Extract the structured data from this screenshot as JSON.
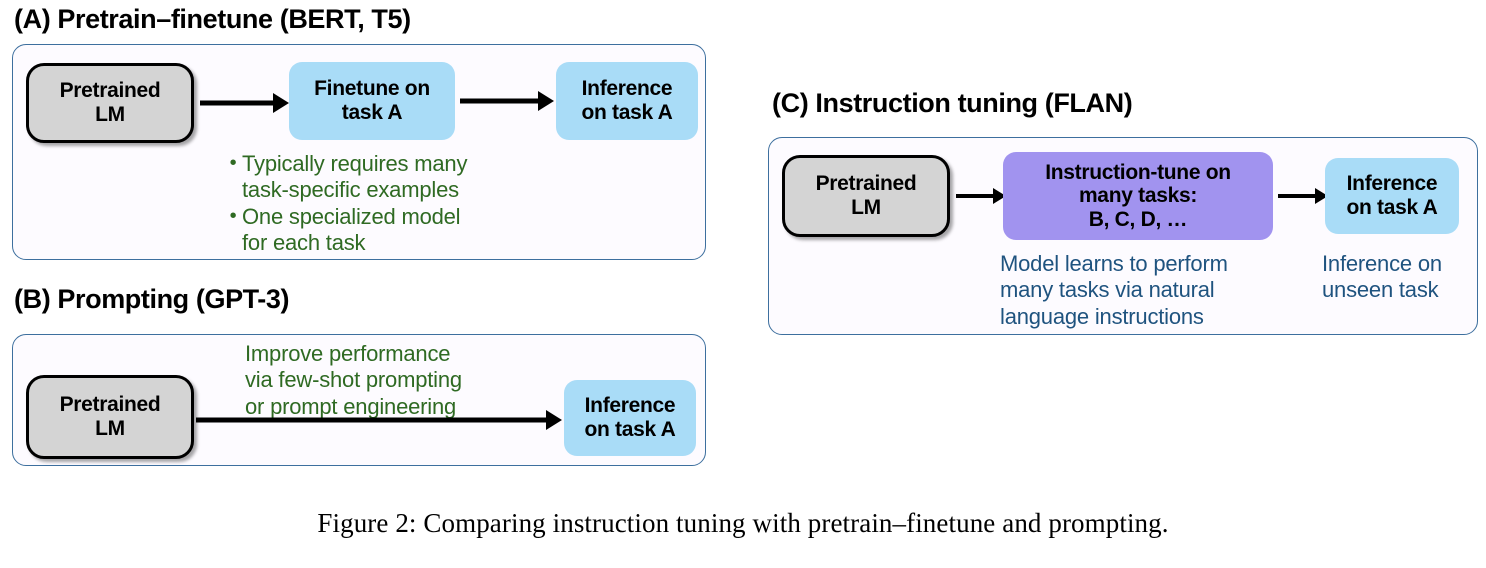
{
  "figure": {
    "caption": "Figure 2: Comparing instruction tuning with pretrain–finetune and prompting."
  },
  "colors": {
    "gray_node": "#d4d4d4",
    "blue_node": "#a9dcf7",
    "purple_node": "#a193ef",
    "panel_border": "#3d6f9e",
    "panel_fill": "#fdfbff",
    "green_text": "#2f6a23",
    "blue_text": "#1f537f",
    "arrow": "#000000"
  },
  "panels": [
    {
      "id": "a",
      "heading": "(A) Pretrain–finetune (BERT, T5)",
      "nodes": {
        "pretrained_lm": "Pretrained\nLM",
        "finetune": "Finetune on\ntask A",
        "inference": "Inference\non task A"
      },
      "bullets": [
        "Typically requires many\ntask-specific examples",
        "One specialized model\nfor each task"
      ],
      "bullet_glyph": "•"
    },
    {
      "id": "b",
      "heading": "(B) Prompting (GPT-3)",
      "nodes": {
        "pretrained_lm": "Pretrained\nLM",
        "inference": "Inference\non task A"
      },
      "annotation": "Improve performance\nvia few-shot prompting\nor prompt engineering"
    },
    {
      "id": "c",
      "heading": "(C) Instruction tuning (FLAN)",
      "nodes": {
        "pretrained_lm": "Pretrained\nLM",
        "instruction_tune": "Instruction-tune on\nmany tasks:\nB, C, D, …",
        "inference": "Inference\non task A"
      },
      "annotations": {
        "instruction_tune": "Model learns to perform\nmany tasks via natural\nlanguage instructions",
        "inference": "Inference on\nunseen task"
      }
    }
  ]
}
